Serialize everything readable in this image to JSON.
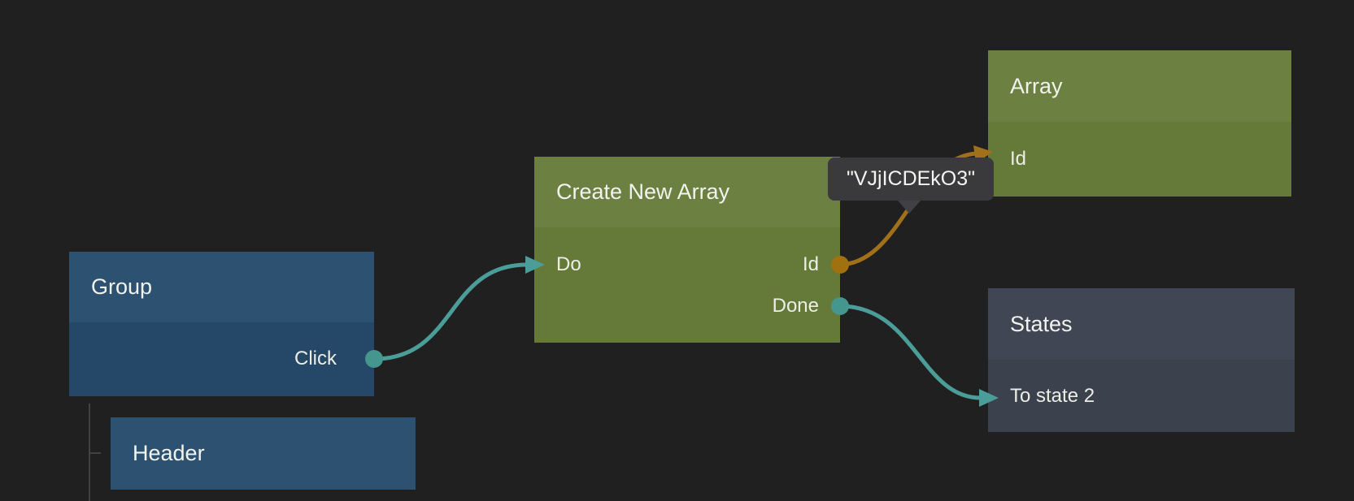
{
  "canvas": {
    "background_color": "#202020",
    "type": "node-graph-editor"
  },
  "colors": {
    "signal_wire_teal": "#4a9d98",
    "data_wire_orange": "#a1701a",
    "blue_node_header": "#2d5170",
    "blue_node_body": "#264868",
    "green_node_header": "#6c8041",
    "green_node_body": "#657939",
    "slate_node_header": "#404653",
    "slate_node_body": "#3b414d",
    "tooltip_background": "#3a3a3c"
  },
  "nodes": {
    "group": {
      "title": "Group",
      "ports": [
        {
          "label": "Click",
          "direction": "output",
          "wire_color": "teal"
        }
      ]
    },
    "header": {
      "title": "Header",
      "ports": []
    },
    "create_new_array": {
      "title": "Create New Array",
      "ports": [
        {
          "label": "Do",
          "direction": "input",
          "wire_color": "teal"
        },
        {
          "label": "Id",
          "direction": "output",
          "wire_color": "orange"
        },
        {
          "label": "Done",
          "direction": "output",
          "wire_color": "teal"
        }
      ]
    },
    "array": {
      "title": "Array",
      "ports": [
        {
          "label": "Id",
          "direction": "input",
          "wire_color": "orange"
        }
      ]
    },
    "states": {
      "title": "States",
      "ports": [
        {
          "label": "To state 2",
          "direction": "input",
          "wire_color": "teal"
        }
      ]
    }
  },
  "connections": [
    {
      "from": "Group.Click",
      "to": "Create New Array.Do",
      "color": "teal"
    },
    {
      "from": "Create New Array.Id",
      "to": "Array.Id",
      "color": "orange",
      "value_label": "\"VJjICDEkO3\""
    },
    {
      "from": "Create New Array.Done",
      "to": "States.To state 2",
      "color": "teal"
    }
  ],
  "tooltip": {
    "value": "\"VJjICDEkO3\""
  }
}
